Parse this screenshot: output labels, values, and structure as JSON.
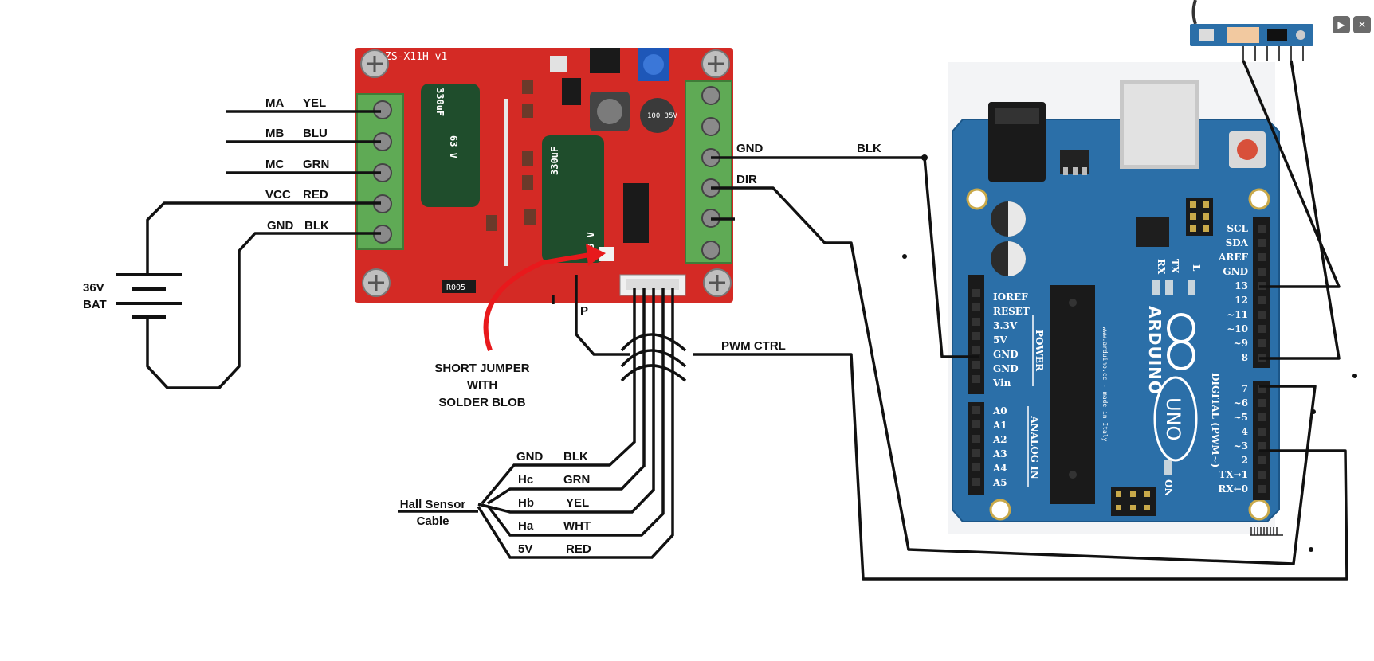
{
  "motor_labels": [
    {
      "sig": "MA",
      "color": "YEL"
    },
    {
      "sig": "MB",
      "color": "BLU"
    },
    {
      "sig": "MC",
      "color": "GRN"
    },
    {
      "sig": "VCC",
      "color": "RED"
    },
    {
      "sig": "GND",
      "color": "BLK"
    }
  ],
  "battery": {
    "voltage": "36V",
    "label": "BAT"
  },
  "board": {
    "model": "ZS-X11H  v1",
    "cap1": "330uF",
    "cap1_v": "63 V",
    "cap2": "330uF",
    "cap2_v": "63 V",
    "cap3": "100 35V",
    "res": "R005",
    "p_label": "P"
  },
  "control": {
    "gnd": "GND",
    "gnd_color": "BLK",
    "dir": "DIR",
    "pwm": "PWM CTRL"
  },
  "jumper_note": [
    "SHORT JUMPER",
    "WITH",
    "SOLDER BLOB"
  ],
  "hall": {
    "title": [
      "Hall Sensor",
      "Cable"
    ],
    "wires": [
      {
        "sig": "GND",
        "color": "BLK"
      },
      {
        "sig": "Hc",
        "color": "GRN"
      },
      {
        "sig": "Hb",
        "color": "YEL"
      },
      {
        "sig": "Ha",
        "color": "WHT"
      },
      {
        "sig": "5V",
        "color": "RED"
      }
    ]
  },
  "arduino": {
    "left_pins": [
      "IOREF",
      "RESET",
      "3.3V",
      "5V",
      "GND",
      "GND",
      "Vin"
    ],
    "power_label": "POWER",
    "analog_pins": [
      "A0",
      "A1",
      "A2",
      "A3",
      "A4",
      "A5"
    ],
    "analog_label": "ANALOG IN",
    "right_pins_top": [
      "SCL",
      "SDA",
      "AREF",
      "GND",
      "13",
      "12",
      "~11",
      "~10",
      "~9",
      "8"
    ],
    "right_pins_bottom": [
      "7",
      "~6",
      "~5",
      "4",
      "~3",
      "2",
      "TX→1",
      "RX←0"
    ],
    "digital_label": "DIGITAL (PWM~)",
    "brand": "ARDUINO",
    "model": "UNO",
    "on_label": "ON",
    "tx": "TX",
    "rx": "RX",
    "l": "L",
    "site": "www.arduino.cc - made in Italy"
  },
  "colors": {
    "board_red": "#d42a25",
    "terminal_green": "#5faa55",
    "arduino_blue": "#2b6fa8",
    "jumper_arrow": "#e8191c"
  },
  "controls": {
    "play_icon": "play-icon",
    "close_icon": "close-icon"
  }
}
